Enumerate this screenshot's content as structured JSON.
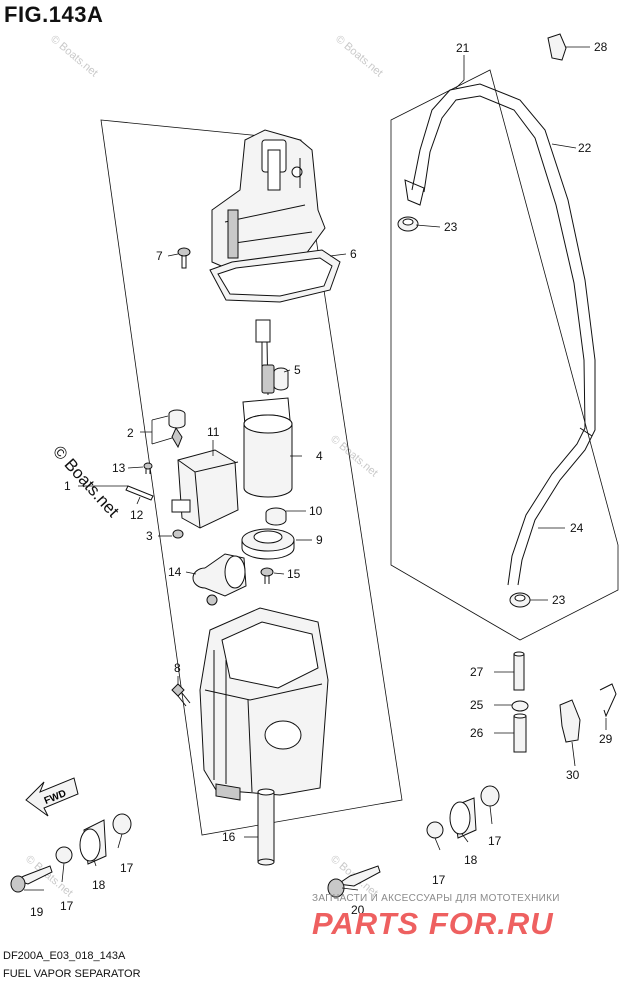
{
  "figure": {
    "title": "FIG.143A",
    "code": "DF200A_E03_018_143A",
    "name": "FUEL VAPOR SEPARATOR"
  },
  "callouts": [
    "1",
    "2",
    "3",
    "4",
    "5",
    "6",
    "7",
    "8",
    "9",
    "10",
    "11",
    "12",
    "13",
    "14",
    "15",
    "16",
    "17",
    "18",
    "19",
    "20",
    "21",
    "22",
    "23",
    "24",
    "25",
    "26",
    "27",
    "28",
    "29",
    "30"
  ],
  "watermark": {
    "text": "© Boats.net",
    "color": "#c9c9c9"
  },
  "shop_banner": {
    "tagline": "ЗАПЧАСТИ И АКСЕССУАРЫ ДЛЯ МОТОТЕХНИКИ",
    "logo": "PARTS FOR.RU",
    "logo_color": "#ee6060"
  },
  "fwd_label": "FWD"
}
